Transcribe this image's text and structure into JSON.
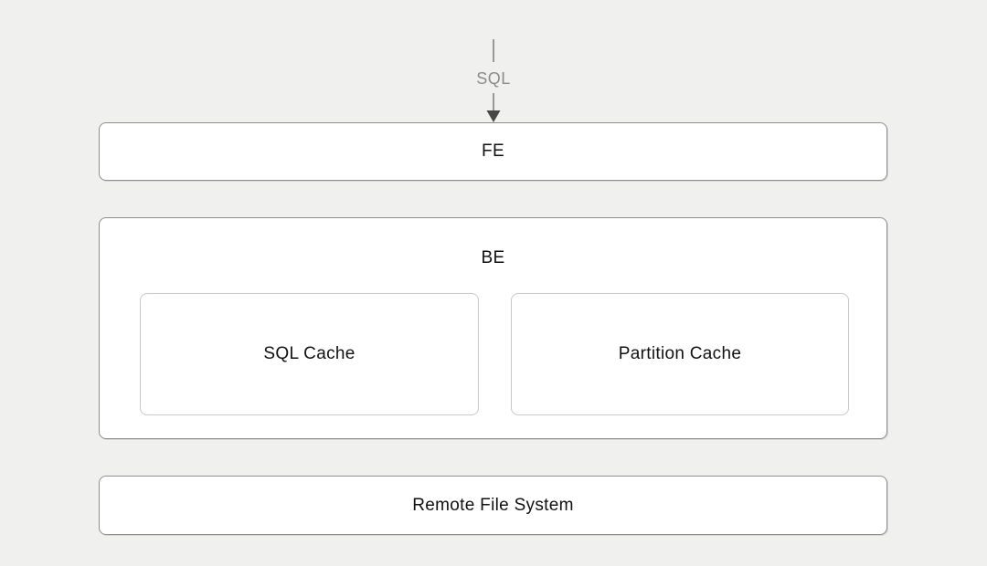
{
  "diagram": {
    "arrow": {
      "label": "SQL"
    },
    "fe": {
      "label": "FE"
    },
    "be": {
      "label": "BE",
      "children": [
        {
          "id": "sql-cache",
          "label": "SQL Cache"
        },
        {
          "id": "partition-cache",
          "label": "Partition Cache"
        }
      ]
    },
    "remote_fs": {
      "label": "Remote File System"
    }
  },
  "colors": {
    "background": "#f0f0ef",
    "node_fill": "#ffffff",
    "node_border": "#8f8f8f",
    "inner_border": "#c9c9c9",
    "text": "#111111",
    "arrow_line": "#999999",
    "arrow_head": "#474747",
    "arrow_label": "#8c8c8c"
  }
}
